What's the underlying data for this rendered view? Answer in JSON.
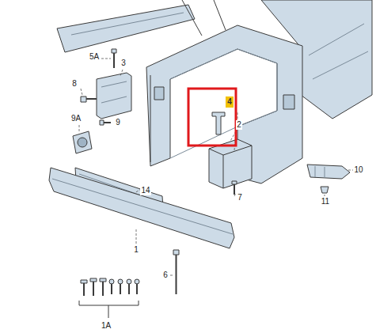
{
  "diagram": {
    "labels": [
      "5A",
      "3",
      "8",
      "9A",
      "9",
      "4",
      "2",
      "14",
      "10",
      "11",
      "7",
      "1",
      "6",
      "1A"
    ]
  }
}
